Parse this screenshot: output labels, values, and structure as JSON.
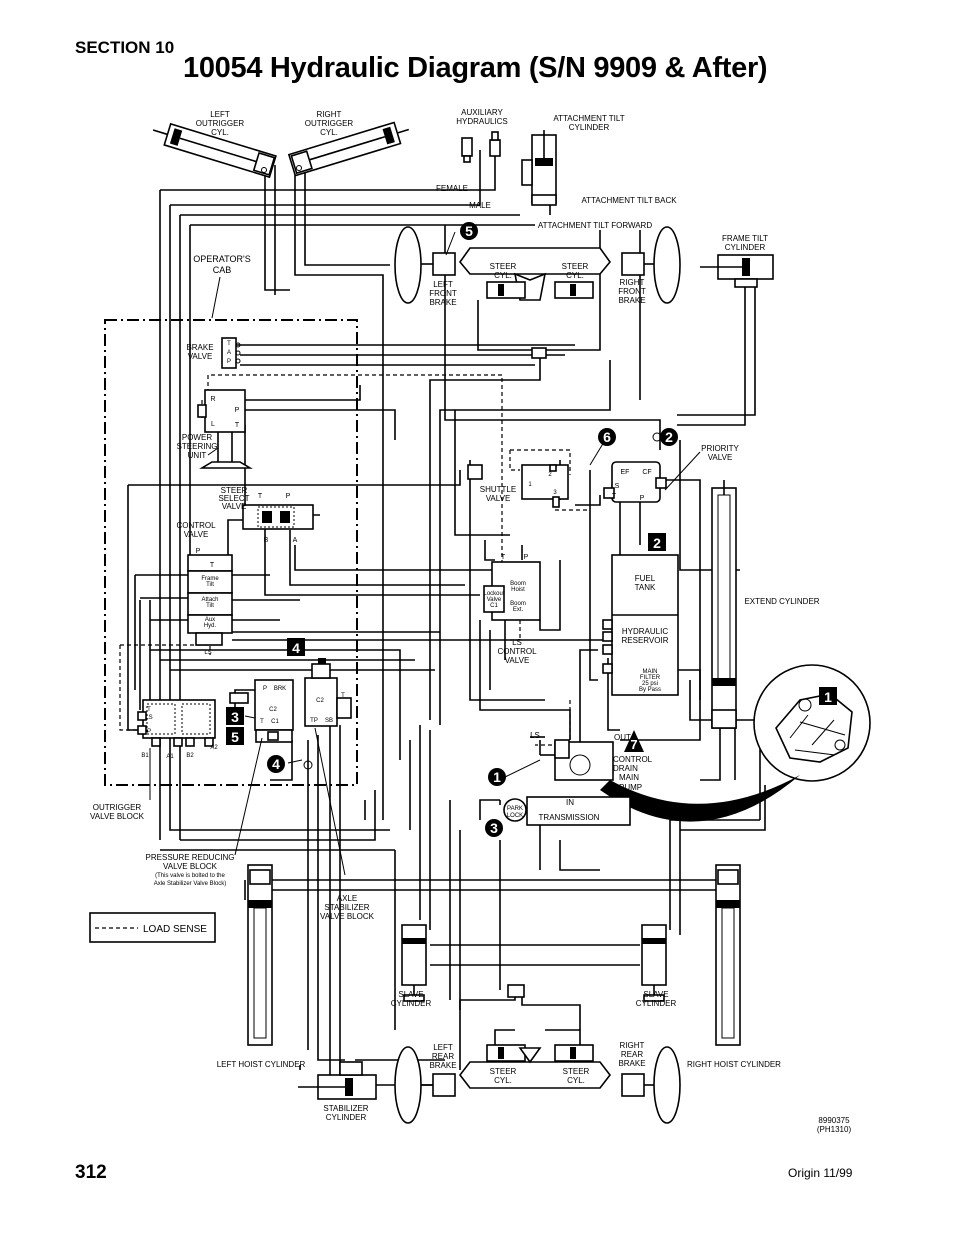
{
  "header": {
    "section": "SECTION 10",
    "title": "10054 Hydraulic Diagram (S/N 9909 & After)"
  },
  "footer": {
    "page_number": "312",
    "origin": "Origin 11/99"
  },
  "drawing_number": [
    "8990375",
    "(PH1310)"
  ],
  "legend": {
    "load_sense": "LOAD SENSE"
  },
  "labels": {
    "left_outrigger": [
      "LEFT",
      "OUTRIGGER",
      "CYL."
    ],
    "right_outrigger": [
      "RIGHT",
      "OUTRIGGER",
      "CYL."
    ],
    "aux_hydraulics": [
      "AUXILIARY",
      "HYDRAULICS"
    ],
    "attachment_tilt_cyl": [
      "ATTACHMENT TILT",
      "CYLINDER"
    ],
    "female": "FEMALE",
    "male": "MALE",
    "attachment_tilt_back": "ATTACHMENT TILT BACK",
    "attachment_tilt_forward": "ATTACHMENT TILT FORWARD",
    "frame_tilt_cyl": [
      "FRAME TILT",
      "CYLINDER"
    ],
    "operators_cab": [
      "OPERATOR'S",
      "CAB"
    ],
    "left_front_brake": [
      "LEFT",
      "FRONT",
      "BRAKE"
    ],
    "right_front_brake": [
      "RIGHT",
      "FRONT",
      "BRAKE"
    ],
    "steer_cyl": [
      "STEER",
      "CYL."
    ],
    "brake_valve": [
      "BRAKE",
      "VALVE"
    ],
    "power_steering": [
      "POWER",
      "STEERING",
      "UNIT"
    ],
    "steer_select": [
      "STEER",
      "SELECT",
      "VALVE"
    ],
    "control_valve": [
      "CONTROL",
      "VALVE"
    ],
    "shuttle_valve": [
      "SHUTTLE",
      "VALVE"
    ],
    "priority_valve": [
      "PRIORITY",
      "VALVE"
    ],
    "fuel_tank": [
      "FUEL",
      "TANK"
    ],
    "hydraulic_reservoir": [
      "HYDRAULIC",
      "RESERVOIR"
    ],
    "main_filter": [
      "MAIN",
      "FILTER",
      "25 psi",
      "By Pass"
    ],
    "extend_cylinder": "EXTEND CYLINDER",
    "ls_control_valve": [
      "LS",
      "CONTROL",
      "VALVE"
    ],
    "outrigger_valve_block": [
      "OUTRIGGER",
      "VALVE BLOCK"
    ],
    "pressure_reducing": [
      "PRESSURE REDUCING",
      "VALVE BLOCK",
      "(This valve is bolted to the",
      "Axle Stabilizer Valve Block)"
    ],
    "axle_stabilizer": [
      "AXLE",
      "STABILIZER",
      "VALVE BLOCK"
    ],
    "control_drain": [
      "CONTROL",
      "DRAIN"
    ],
    "main_pump": [
      "MAIN",
      "PUMP"
    ],
    "transmission": "TRANSMISSION",
    "park_lock": [
      "PARK",
      "LOCK"
    ],
    "ls": "LS",
    "in": "IN",
    "out": "OUT",
    "slave_cylinder": [
      "SLAVE",
      "CYLINDER"
    ],
    "left_hoist": "LEFT HOIST CYLINDER",
    "right_hoist": "RIGHT HOIST CYLINDER",
    "left_rear_brake": [
      "LEFT",
      "REAR",
      "BRAKE"
    ],
    "right_rear_brake": [
      "RIGHT",
      "REAR",
      "BRAKE"
    ],
    "stabilizer_cyl": [
      "STABILIZER",
      "CYLINDER"
    ],
    "ports": {
      "tap": [
        "T",
        "A",
        "P"
      ],
      "r": "R",
      "p": "P",
      "l": "L",
      "t": "T",
      "b": "B",
      "a": "A",
      "ef": "EF",
      "cf": "CF",
      "ls": "LS",
      "frame_tilt": [
        "Frame",
        "Tilt"
      ],
      "attach_tilt": [
        "Attach",
        "Tilt"
      ],
      "aux_hyd": [
        "Aux",
        "Hyd."
      ],
      "boom_hoist": [
        "Boom",
        "Hoist"
      ],
      "boom_ext": [
        "Boom",
        "Ext."
      ],
      "lockout": [
        "Lockout",
        "Valve"
      ],
      "c1": "C1",
      "c2": "C2",
      "brk": "BRK",
      "sb": "SB",
      "tp": "TP",
      "b1": "B1",
      "a1": "A1",
      "b2": "B2",
      "a2": "A2",
      "n1": "1",
      "n2": "2",
      "n3": "3"
    }
  },
  "callouts": [
    "1",
    "2",
    "3",
    "4",
    "5",
    "6",
    "7"
  ]
}
